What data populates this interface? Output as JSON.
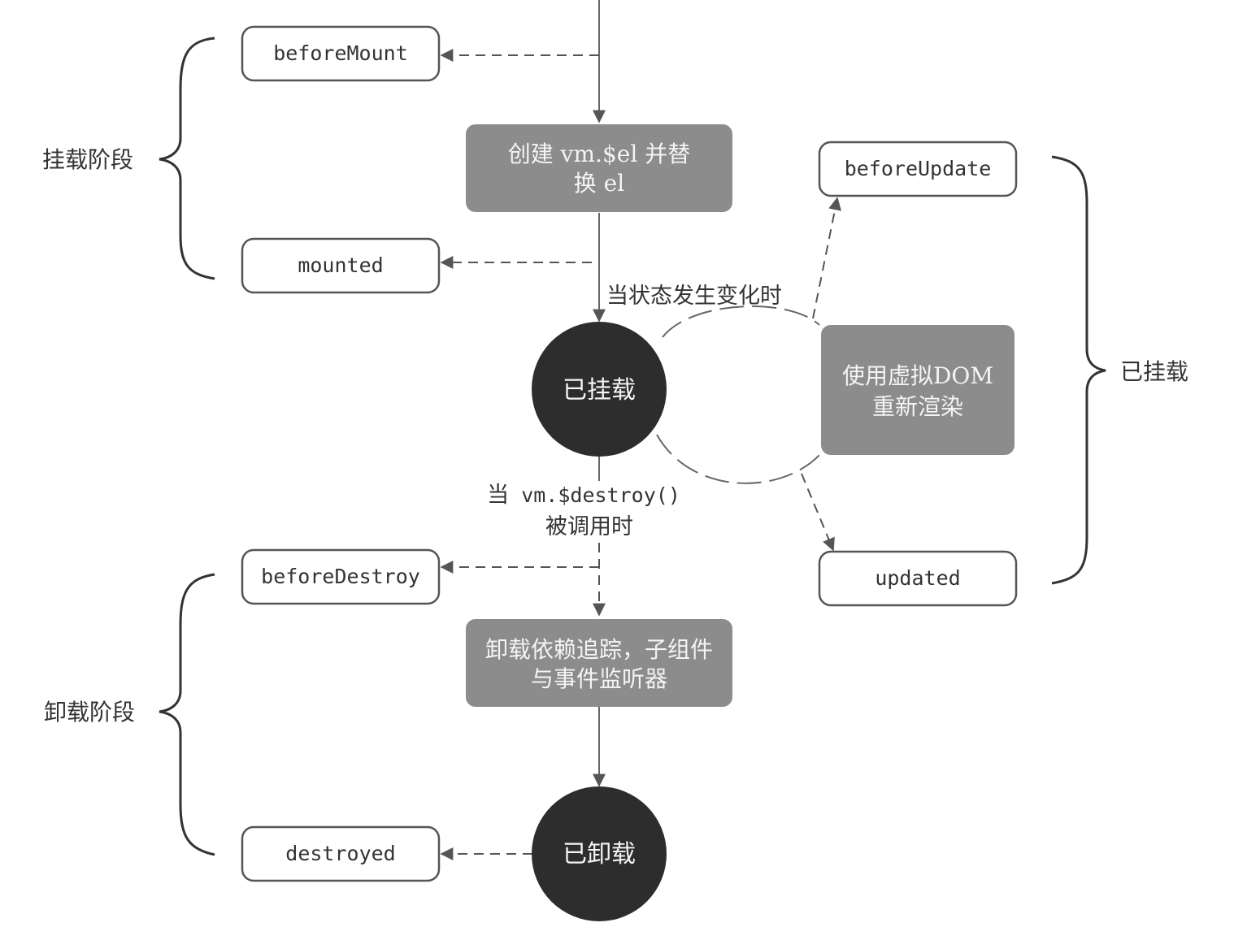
{
  "phases": {
    "mounting": "挂载阶段",
    "mounted_state": "已挂载",
    "unmounting": "卸载阶段"
  },
  "hooks": {
    "before_mount": "beforeMount",
    "mounted": "mounted",
    "before_update": "beforeUpdate",
    "updated": "updated",
    "before_destroy": "beforeDestroy",
    "destroyed": "destroyed"
  },
  "processes": {
    "create_el_line1": "创建 vm.$el 并替",
    "create_el_line2": "换 el",
    "rerender_line1": "使用虚拟DOM",
    "rerender_line2": "重新渲染",
    "teardown_line1": "卸载依赖追踪，子组件",
    "teardown_line2": "与事件监听器"
  },
  "states": {
    "mounted": "已挂载",
    "destroyed": "已卸载"
  },
  "annotations": {
    "state_change": "当状态发生变化时",
    "destroy_call_line1_prefix": "当",
    "destroy_call_line1_code": "vm.$destroy()",
    "destroy_call_line2": "被调用时"
  }
}
